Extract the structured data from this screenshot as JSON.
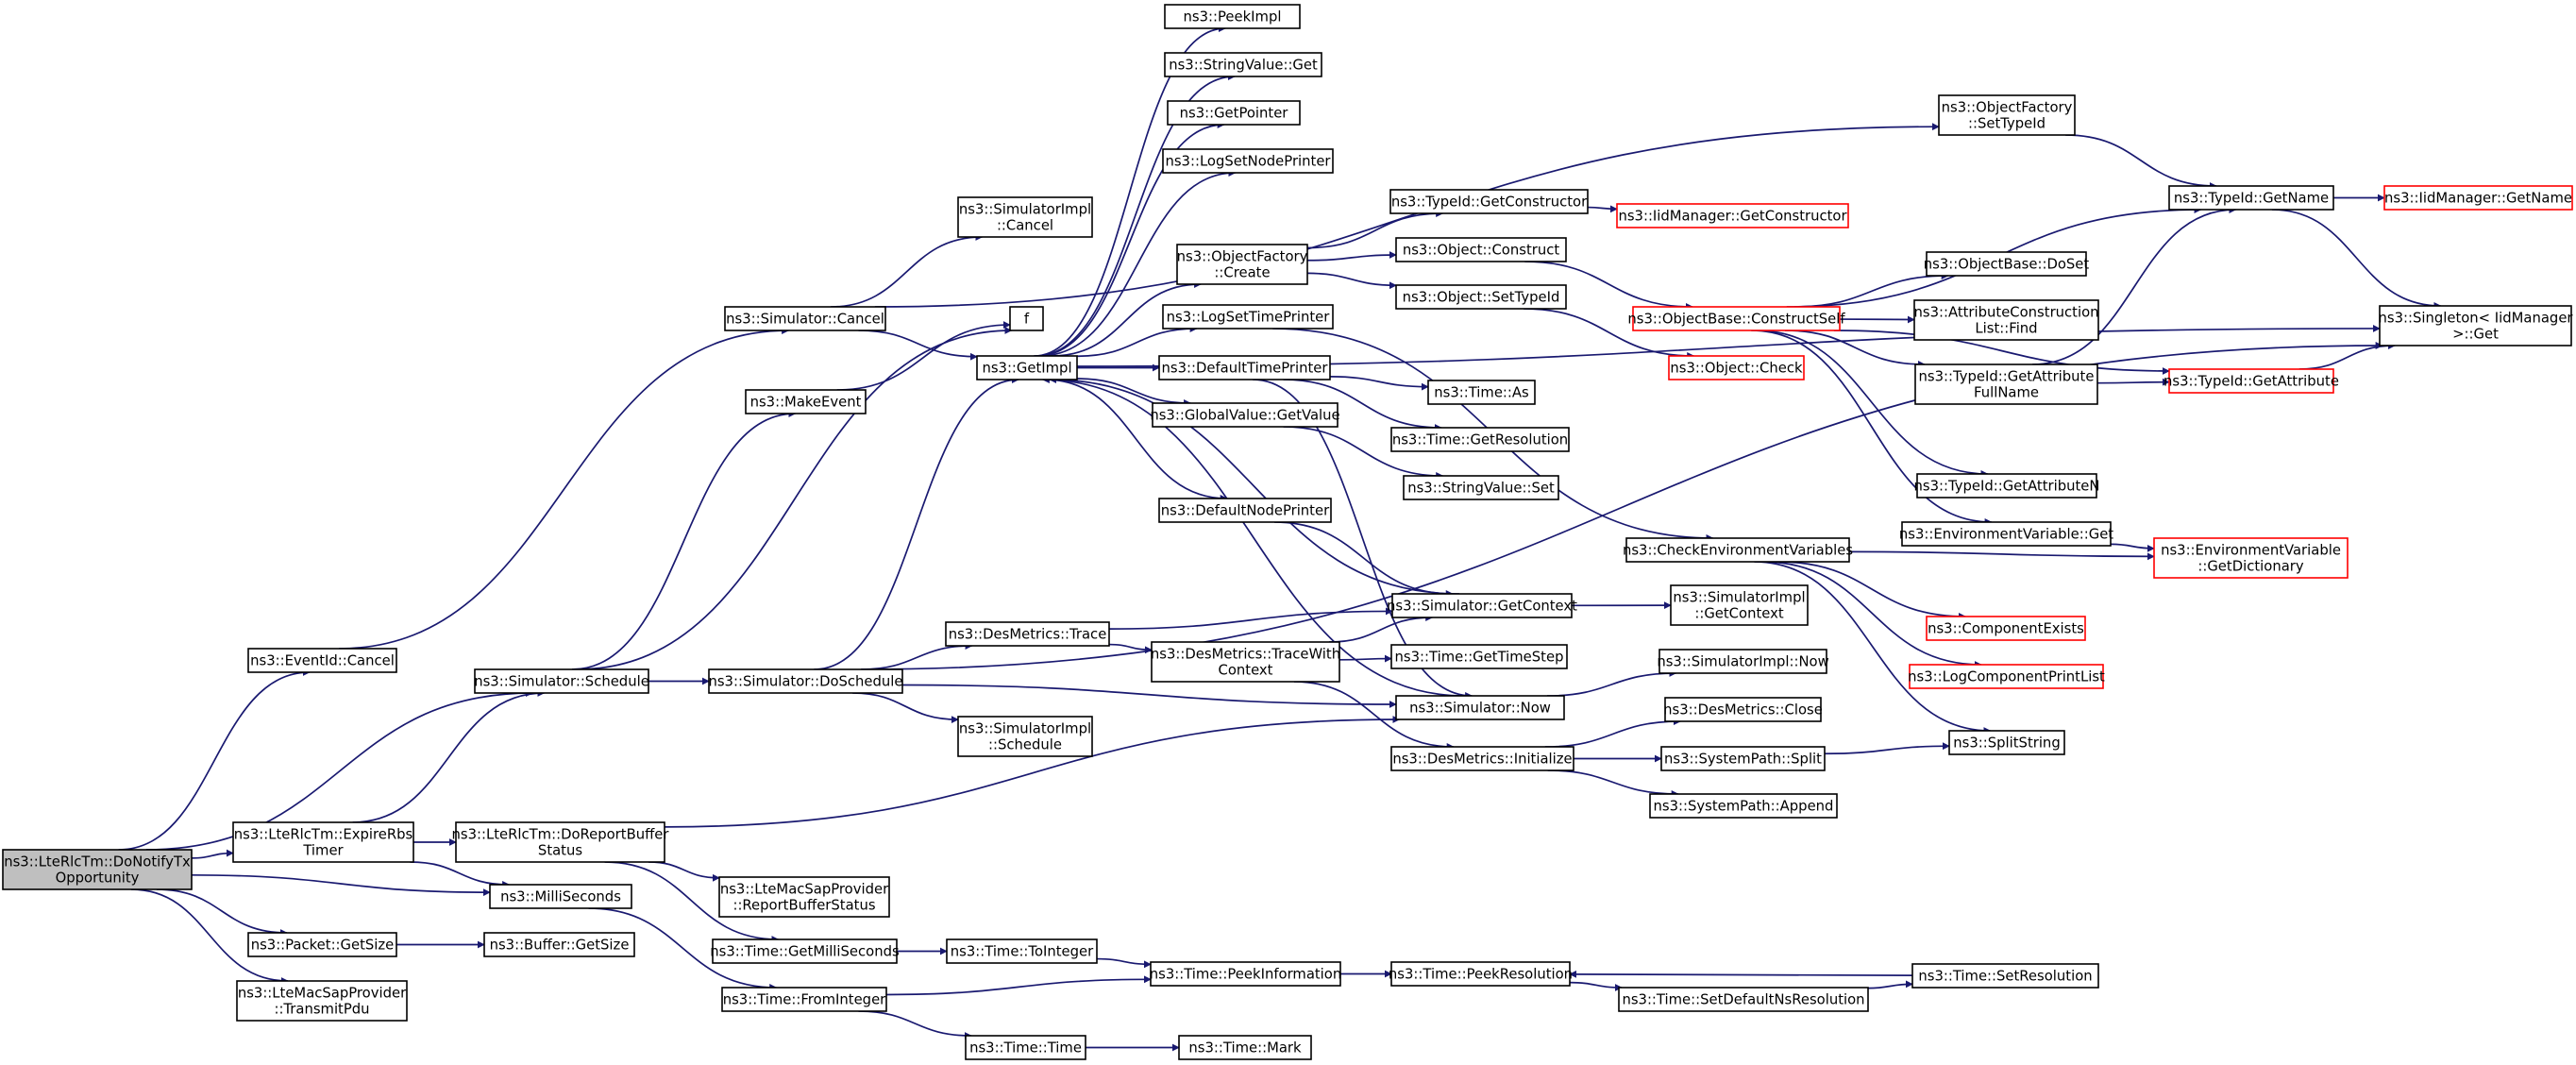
{
  "colors": {
    "edge": "#191970",
    "normal_border": "#000000",
    "truncated_border": "#ff0000",
    "root_fill": "#bfbfbf",
    "node_fill": "#ffffff"
  },
  "nodes": [
    {
      "id": "root",
      "lines": [
        "ns3::LteRlcTm::DoNotifyTx",
        "Opportunity"
      ]
    },
    {
      "id": "eventid_cancel",
      "lines": [
        "ns3::EventId::Cancel"
      ]
    },
    {
      "id": "sim_schedule",
      "lines": [
        "ns3::Simulator::Schedule"
      ]
    },
    {
      "id": "expire",
      "lines": [
        "ns3::LteRlcTm::ExpireRbs",
        "Timer"
      ]
    },
    {
      "id": "millis",
      "lines": [
        "ns3::MilliSeconds"
      ]
    },
    {
      "id": "packet_getsize",
      "lines": [
        "ns3::Packet::GetSize"
      ]
    },
    {
      "id": "transmitpdu",
      "lines": [
        "ns3::LteMacSapProvider",
        "::TransmitPdu"
      ]
    },
    {
      "id": "sim_cancel",
      "lines": [
        "ns3::Simulator::Cancel"
      ]
    },
    {
      "id": "makeevent",
      "lines": [
        "ns3::MakeEvent"
      ]
    },
    {
      "id": "doschedule",
      "lines": [
        "ns3::Simulator::DoSchedule"
      ]
    },
    {
      "id": "doreport",
      "lines": [
        "ns3::LteRlcTm::DoReportBuffer",
        "Status"
      ]
    },
    {
      "id": "buffer_getsize",
      "lines": [
        "ns3::Buffer::GetSize"
      ]
    },
    {
      "id": "simimpl_cancel",
      "lines": [
        "ns3::SimulatorImpl",
        "::Cancel"
      ]
    },
    {
      "id": "f",
      "lines": [
        "f"
      ]
    },
    {
      "id": "getimpl",
      "lines": [
        "ns3::GetImpl"
      ]
    },
    {
      "id": "des_trace",
      "lines": [
        "ns3::DesMetrics::Trace"
      ]
    },
    {
      "id": "simimpl_schedule",
      "lines": [
        "ns3::SimulatorImpl",
        "::Schedule"
      ]
    },
    {
      "id": "reportbufferstatus",
      "lines": [
        "ns3::LteMacSapProvider",
        "::ReportBufferStatus"
      ]
    },
    {
      "id": "getmillis",
      "lines": [
        "ns3::Time::GetMilliSeconds"
      ]
    },
    {
      "id": "frominteger",
      "lines": [
        "ns3::Time::FromInteger"
      ]
    },
    {
      "id": "tointeger",
      "lines": [
        "ns3::Time::ToInteger"
      ]
    },
    {
      "id": "time_time",
      "lines": [
        "ns3::Time::Time"
      ]
    },
    {
      "id": "peekimpl",
      "lines": [
        "ns3::PeekImpl"
      ]
    },
    {
      "id": "stringvalue_get",
      "lines": [
        "ns3::StringValue::Get"
      ]
    },
    {
      "id": "getpointer",
      "lines": [
        "ns3::GetPointer"
      ]
    },
    {
      "id": "logsetnodeprinter",
      "lines": [
        "ns3::LogSetNodePrinter"
      ]
    },
    {
      "id": "objfactory_create",
      "lines": [
        "ns3::ObjectFactory",
        "::Create"
      ]
    },
    {
      "id": "logsettimeprinter",
      "lines": [
        "ns3::LogSetTimePrinter"
      ]
    },
    {
      "id": "defaulttimeprinter",
      "lines": [
        "ns3::DefaultTimePrinter"
      ]
    },
    {
      "id": "globalvalue_getvalue",
      "lines": [
        "ns3::GlobalValue::GetValue"
      ]
    },
    {
      "id": "defaultnodeprinter",
      "lines": [
        "ns3::DefaultNodePrinter"
      ]
    },
    {
      "id": "tracewithcontext",
      "lines": [
        "ns3::DesMetrics::TraceWith",
        "Context"
      ]
    },
    {
      "id": "peekinformation",
      "lines": [
        "ns3::Time::PeekInformation"
      ]
    },
    {
      "id": "time_mark",
      "lines": [
        "ns3::Time::Mark"
      ]
    },
    {
      "id": "gettypeid_ctor",
      "lines": [
        "ns3::TypeId::GetConstructor"
      ]
    },
    {
      "id": "object_construct",
      "lines": [
        "ns3::Object::Construct"
      ]
    },
    {
      "id": "object_settypeid",
      "lines": [
        "ns3::Object::SetTypeId"
      ]
    },
    {
      "id": "time_as",
      "lines": [
        "ns3::Time::As"
      ]
    },
    {
      "id": "time_getresolution",
      "lines": [
        "ns3::Time::GetResolution"
      ]
    },
    {
      "id": "stringvalue_set",
      "lines": [
        "ns3::StringValue::Set"
      ]
    },
    {
      "id": "sim_getcontext",
      "lines": [
        "ns3::Simulator::GetContext"
      ]
    },
    {
      "id": "time_gettimestep",
      "lines": [
        "ns3::Time::GetTimeStep"
      ]
    },
    {
      "id": "sim_now",
      "lines": [
        "ns3::Simulator::Now"
      ]
    },
    {
      "id": "des_initialize",
      "lines": [
        "ns3::DesMetrics::Initialize"
      ]
    },
    {
      "id": "peekresolution",
      "lines": [
        "ns3::Time::PeekResolution"
      ]
    },
    {
      "id": "iidmanager_getctor",
      "lines": [
        "ns3::IidManager::GetConstructor"
      ],
      "truncated": true
    },
    {
      "id": "constructself",
      "lines": [
        "ns3::ObjectBase::ConstructSelf"
      ],
      "truncated": true
    },
    {
      "id": "object_check",
      "lines": [
        "ns3::Object::Check"
      ],
      "truncated": true
    },
    {
      "id": "checkenv",
      "lines": [
        "ns3::CheckEnvironmentVariables"
      ]
    },
    {
      "id": "simimpl_getcontext",
      "lines": [
        "ns3::SimulatorImpl",
        "::GetContext"
      ]
    },
    {
      "id": "simimpl_now",
      "lines": [
        "ns3::SimulatorImpl::Now"
      ]
    },
    {
      "id": "des_close",
      "lines": [
        "ns3::DesMetrics::Close"
      ]
    },
    {
      "id": "systempath_split",
      "lines": [
        "ns3::SystemPath::Split"
      ]
    },
    {
      "id": "systempath_append",
      "lines": [
        "ns3::SystemPath::Append"
      ]
    },
    {
      "id": "setdefaultnsres",
      "lines": [
        "ns3::Time::SetDefaultNsResolution"
      ]
    },
    {
      "id": "objfactory_settypeid",
      "lines": [
        "ns3::ObjectFactory",
        "::SetTypeId"
      ]
    },
    {
      "id": "objectbase_doset",
      "lines": [
        "ns3::ObjectBase::DoSet"
      ]
    },
    {
      "id": "attrconstruction_find",
      "lines": [
        "ns3::AttributeConstruction",
        "List::Find"
      ]
    },
    {
      "id": "gettypeid_getattrfullname",
      "lines": [
        "ns3::TypeId::GetAttribute",
        "FullName"
      ]
    },
    {
      "id": "typeid_getattrn",
      "lines": [
        "ns3::TypeId::GetAttributeN"
      ]
    },
    {
      "id": "envvar_get",
      "lines": [
        "ns3::EnvironmentVariable::Get"
      ]
    },
    {
      "id": "componentexists",
      "lines": [
        "ns3::ComponentExists"
      ],
      "truncated": true
    },
    {
      "id": "logcomponentprintlist",
      "lines": [
        "ns3::LogComponentPrintList"
      ],
      "truncated": true
    },
    {
      "id": "splitstring",
      "lines": [
        "ns3::SplitString"
      ]
    },
    {
      "id": "time_setresolution",
      "lines": [
        "ns3::Time::SetResolution"
      ]
    },
    {
      "id": "typeid_getname",
      "lines": [
        "ns3::TypeId::GetName"
      ]
    },
    {
      "id": "typeid_getattribute",
      "lines": [
        "ns3::TypeId::GetAttribute"
      ],
      "truncated": true
    },
    {
      "id": "envvar_getdict",
      "lines": [
        "ns3::EnvironmentVariable",
        "::GetDictionary"
      ],
      "truncated": true
    },
    {
      "id": "iidmanager_getname",
      "lines": [
        "ns3::IidManager::GetName"
      ],
      "truncated": true
    },
    {
      "id": "singleton_get",
      "lines": [
        "ns3::Singleton< IidManager",
        ">::Get"
      ]
    }
  ]
}
